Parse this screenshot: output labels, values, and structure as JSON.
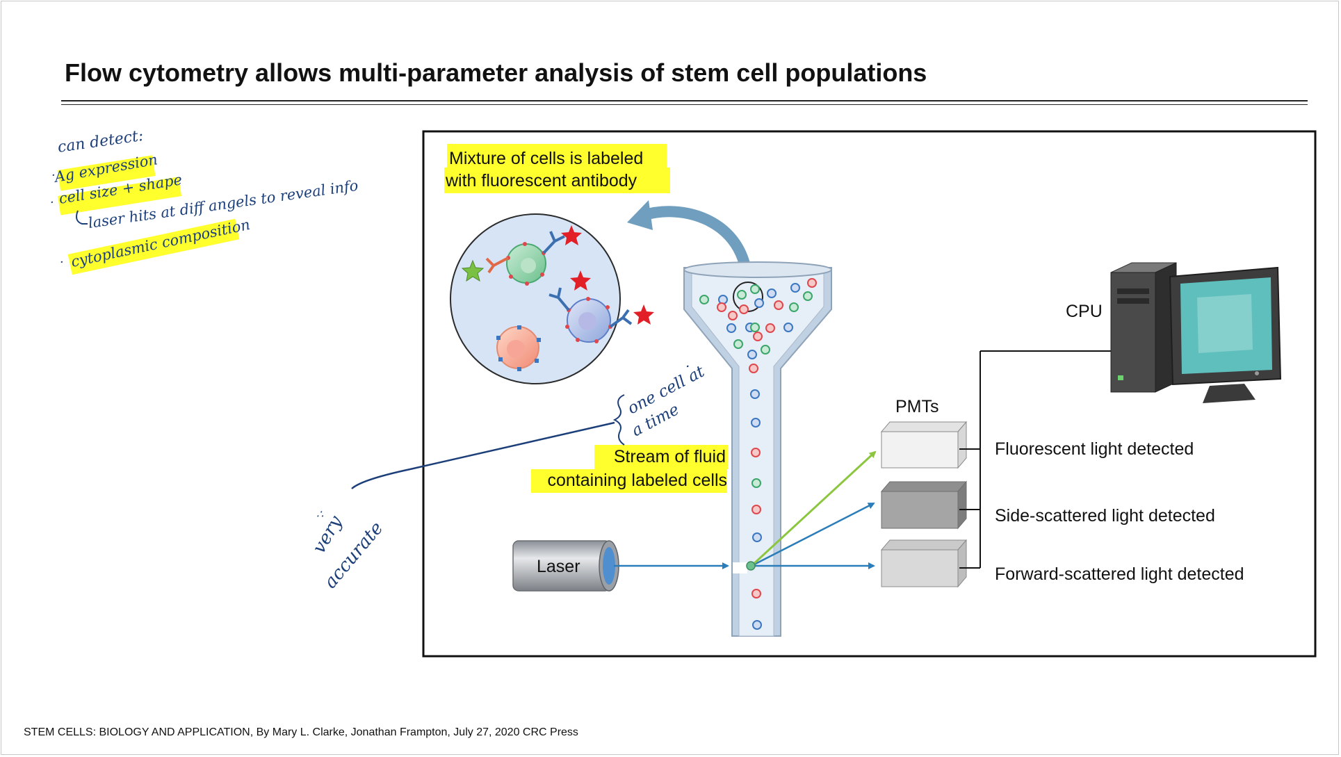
{
  "slide": {
    "title": "Flow cytometry allows multi-parameter analysis of stem cell populations",
    "footer": "STEM CELLS: BIOLOGY AND APPLICATION, By Mary L. Clarke, Jonathan Frampton, July 27, 2020 CRC Press"
  },
  "diagram": {
    "mixture_label_line1": "Mixture of cells is labeled",
    "mixture_label_line2": "with fluorescent antibody",
    "stream_label_line1": "Stream of fluid",
    "stream_label_line2": "containing labeled cells",
    "laser_label": "Laser",
    "pmts_label": "PMTs",
    "cpu_label": "CPU",
    "detector_1": "Fluorescent light detected",
    "detector_2": "Side-scattered light detected",
    "detector_3": "Forward-scattered light detected"
  },
  "annotations": {
    "can_detect": "can detect:",
    "item_1": "Ag expression",
    "item_2": "cell size + shape",
    "item_2_sub": "laser hits at diff angels to reveal info",
    "item_3": "cytoplasmic composition",
    "one_cell_line1": "one cell at",
    "one_cell_line2": "a time",
    "very": "very",
    "accurate": "accurate"
  },
  "colors": {
    "highlight": "#ffff2e",
    "ink": "#1c3f7a",
    "green_arrow": "#8cc63f",
    "blue_arrow": "#2a7db8",
    "red_cell": "#e0474c",
    "green_cell": "#3aa66a",
    "blue_cell": "#3a77c0"
  }
}
